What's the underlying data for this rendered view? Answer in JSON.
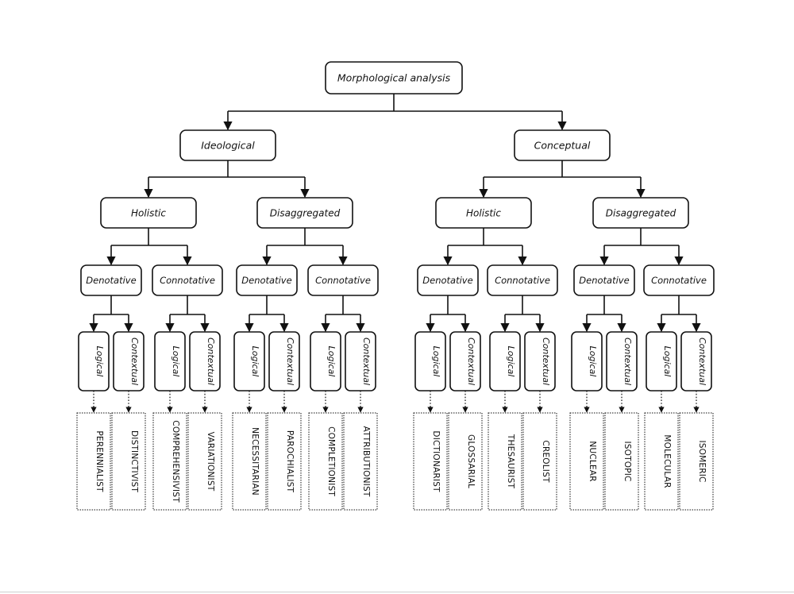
{
  "diagram": {
    "root": {
      "label": "Morphological analysis"
    },
    "branches": [
      {
        "label": "Ideological",
        "children": [
          {
            "label": "Holistic",
            "children": [
              {
                "label": "Denotative",
                "children": [
                  {
                    "label": "Logical",
                    "leaf": "PERENNIALIST"
                  },
                  {
                    "label": "Contextual",
                    "leaf": "DISTINCTIVIST"
                  }
                ]
              },
              {
                "label": "Connotative",
                "children": [
                  {
                    "label": "Logical",
                    "leaf": "COMPREHENSIVIST"
                  },
                  {
                    "label": "Contextual",
                    "leaf": "VARIATIONIST"
                  }
                ]
              }
            ]
          },
          {
            "label": "Disaggregated",
            "children": [
              {
                "label": "Denotative",
                "children": [
                  {
                    "label": "Logical",
                    "leaf": "NECESSITARIAN"
                  },
                  {
                    "label": "Contextual",
                    "leaf": "PAROCHIALIST"
                  }
                ]
              },
              {
                "label": "Connotative",
                "children": [
                  {
                    "label": "Logical",
                    "leaf": "COMPLETIONIST"
                  },
                  {
                    "label": "Contextual",
                    "leaf": "ATTRIBUTIONIST"
                  }
                ]
              }
            ]
          }
        ]
      },
      {
        "label": "Conceptual",
        "children": [
          {
            "label": "Holistic",
            "children": [
              {
                "label": "Denotative",
                "children": [
                  {
                    "label": "Logical",
                    "leaf": "DICTIONARIST"
                  },
                  {
                    "label": "Contextual",
                    "leaf": "GLOSSARIAL"
                  }
                ]
              },
              {
                "label": "Connotative",
                "children": [
                  {
                    "label": "Logical",
                    "leaf": "THESAURIST"
                  },
                  {
                    "label": "Contextual",
                    "leaf": "CREOLIST"
                  }
                ]
              }
            ]
          },
          {
            "label": "Disaggregated",
            "children": [
              {
                "label": "Denotative",
                "children": [
                  {
                    "label": "Logical",
                    "leaf": "NUCLEAR"
                  },
                  {
                    "label": "Contextual",
                    "leaf": "ISOTOPIC"
                  }
                ]
              },
              {
                "label": "Connotative",
                "children": [
                  {
                    "label": "Logical",
                    "leaf": "MOLECULAR"
                  },
                  {
                    "label": "Contextual",
                    "leaf": "ISOMERIC"
                  }
                ]
              }
            ]
          }
        ]
      }
    ]
  }
}
